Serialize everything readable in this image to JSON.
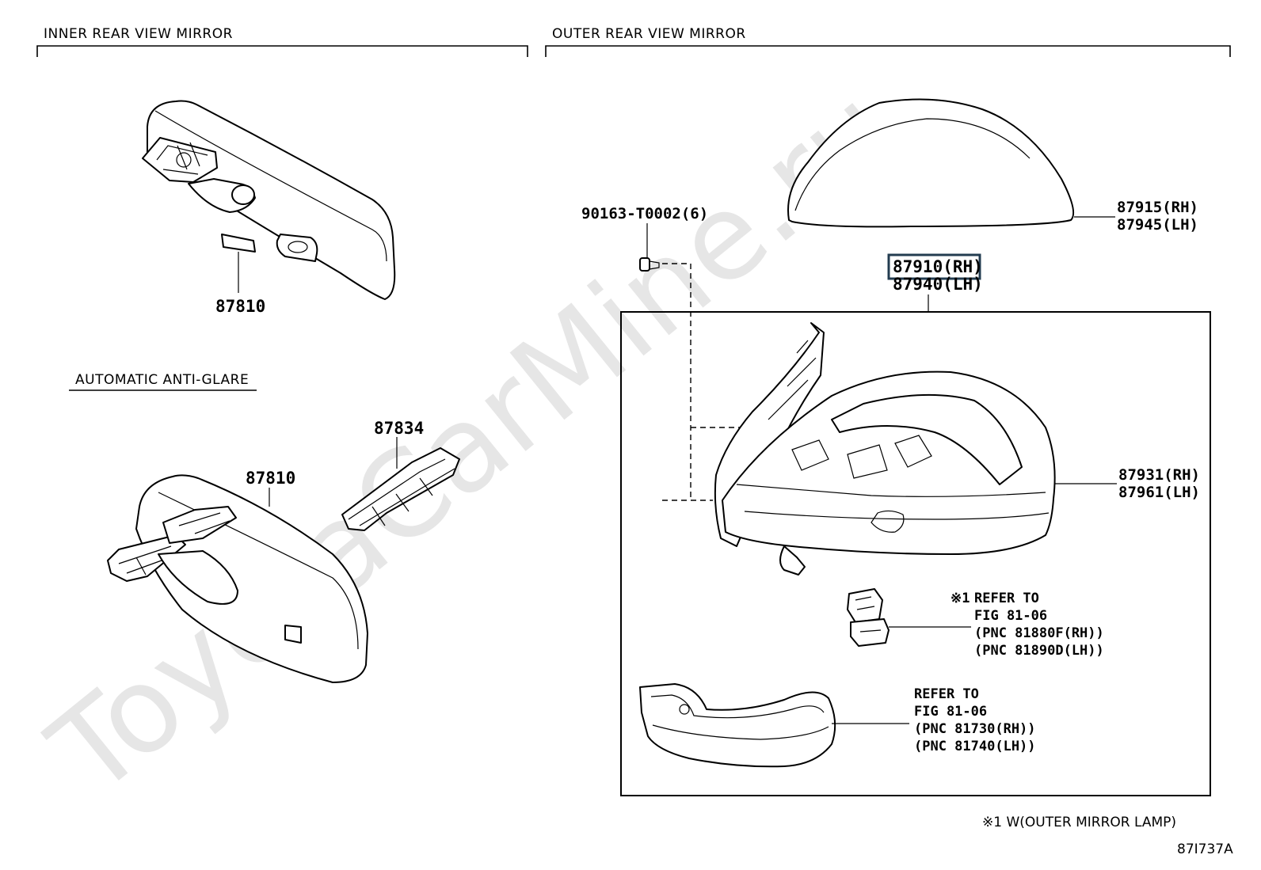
{
  "watermark": "ToyotaCarMine.ru",
  "sections": {
    "inner": "INNER REAR VIEW MIRROR",
    "outer": "OUTER REAR VIEW MIRROR",
    "auto": "AUTOMATIC ANTI-GLARE"
  },
  "labels": {
    "inner_mirror": "87810",
    "auto_mirror": "87810",
    "cover": "87834",
    "screw": "90163-T0002(6)",
    "cover_rh": "87915(RH)",
    "cover_lh": "87945(LH)",
    "assy_rh": "87910(RH)",
    "assy_lh": "87940(LH)",
    "housing_rh": "87931(RH)",
    "housing_lh": "87961(LH)"
  },
  "refs": {
    "lamp": {
      "mark": "※1",
      "lines": [
        "REFER TO",
        "FIG 81-06",
        "(PNC 81880F(RH))",
        "(PNC 81890D(LH))"
      ]
    },
    "signal": {
      "lines": [
        "REFER TO",
        "FIG 81-06",
        "(PNC 81730(RH))",
        "(PNC 81740(LH))"
      ]
    }
  },
  "footnote": "※1 W(OUTER MIRROR LAMP)",
  "figure_id": "87I737A",
  "colors": {
    "highlight": "#233c50",
    "watermark": "#e6e6e6"
  }
}
